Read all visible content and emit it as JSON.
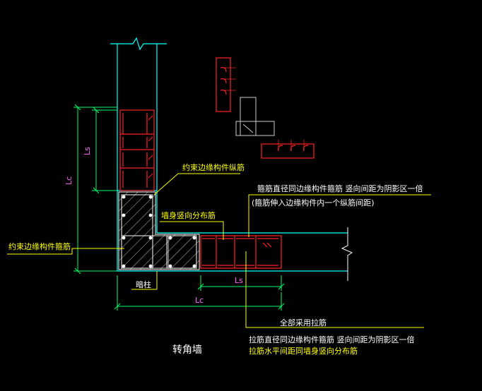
{
  "labels": {
    "constraint_longitudinal": "约束边缘构件纵筋",
    "stirrup_note_line1": "箍筋直径同边缘构件箍筋 竖向间距为阴影区一倍",
    "stirrup_note_line2": "(箍筋伸入边缘构件内一个纵筋间距)",
    "wall_vertical_dist": "墙身竖向分布筋",
    "constraint_stirrup": "约束边缘构件箍筋",
    "dark_column": "暗柱",
    "all_ties": "全部采用拉筋",
    "tie_note_line1": "拉筋直径同边缘构件箍筋 竖向间距为阴影区一倍",
    "tie_note_line2": "拉筋水平间距同墙身竖向分布筋",
    "title": "转角墙"
  },
  "dims": {
    "lc_vertical": "Lc",
    "ls_vertical": "Ls",
    "ls_horizontal": "Ls",
    "lc_horizontal": "Lc"
  },
  "colors": {
    "wall_outline": "#00ffff",
    "rebar": "#ff2020",
    "dimension": "#00ff66",
    "leader": "#ffff00",
    "hatch": "#bbbbbb",
    "label_yellow": "#ffff00",
    "label_white": "#ffffff",
    "dim_text": "#ff66ff"
  }
}
